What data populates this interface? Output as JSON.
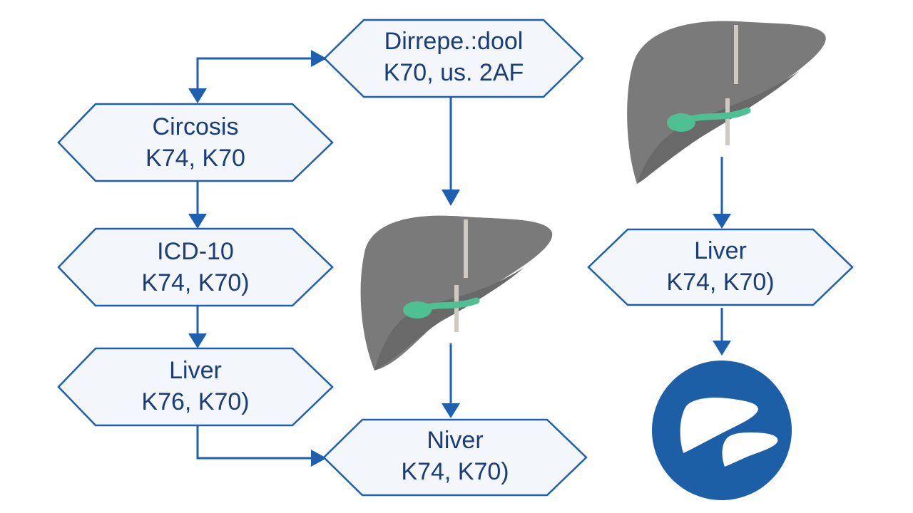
{
  "colors": {
    "accent": "#1f5fb0",
    "box_fill": "#f3f7fc",
    "text": "#1a3d7a",
    "liver": "#7a7a7a",
    "gallbladder": "#4fbf94",
    "badge": "#1d5fa7"
  },
  "nodes": {
    "top": {
      "line1": "Dirrepe.:dool",
      "line2": "K70, us. 2AF"
    },
    "cirrosis": {
      "line1": "Circosis",
      "line2": "K74, K70"
    },
    "icd": {
      "line1": "ICD-10",
      "line2": "K74, K70)"
    },
    "liver_left": {
      "line1": "Liver",
      "line2": "K76, K70)"
    },
    "bottom": {
      "line1": "Niver",
      "line2": "K74, K70)"
    },
    "liver_right": {
      "line1": "Liver",
      "line2": "K74, K70)"
    }
  },
  "icons": {
    "liver_center": "liver-illustration-icon",
    "liver_right": "liver-illustration-icon",
    "badge": "liver-badge-icon"
  }
}
